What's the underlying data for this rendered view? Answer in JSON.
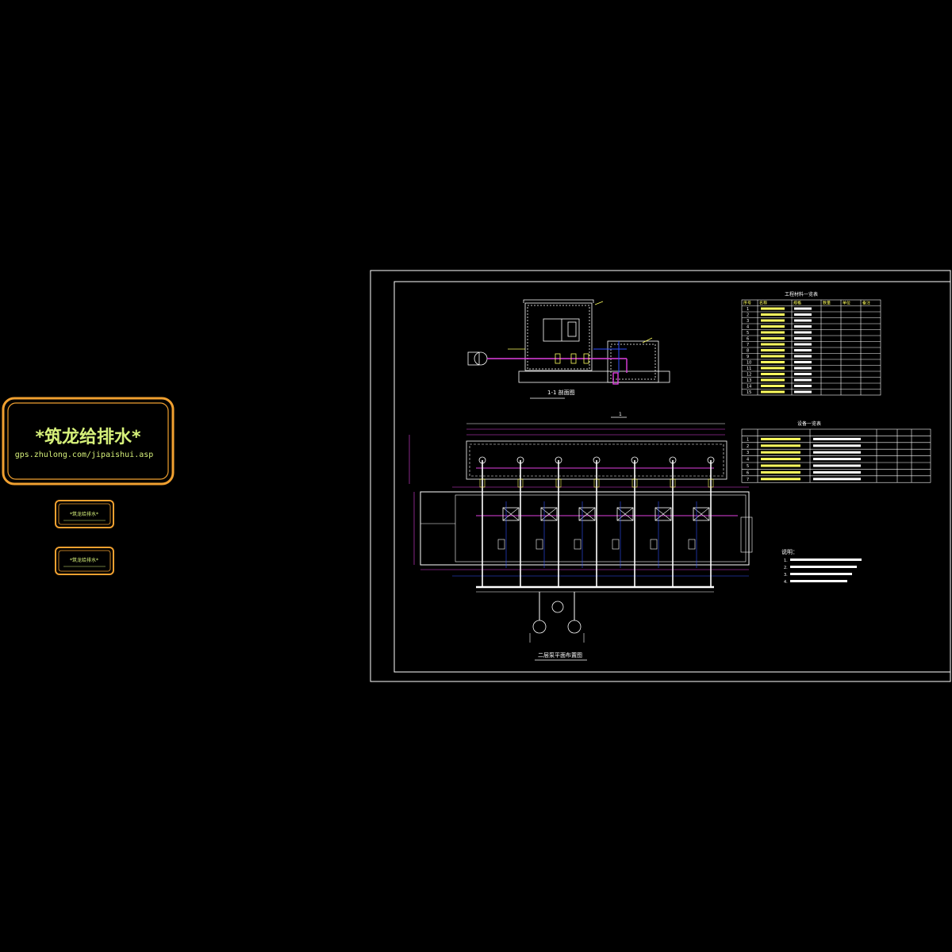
{
  "stamp": {
    "title": "*筑龙给排水*",
    "url": "gps.zhulong.com/jipaishui.asp",
    "small_label_1": "*筑龙给排水*",
    "small_label_2": "*筑龙给排水*"
  },
  "drawing": {
    "section_title": "1-1 剖面图",
    "plan_title": "二层泵平面布置图",
    "notes_heading": "说明：",
    "notes": [
      "1.",
      "2.",
      "3.",
      "4."
    ],
    "section_mark": "1",
    "equip_table_title": "工程材料一览表",
    "equip_table_header": [
      "序号",
      "名称",
      "规格",
      "数量",
      "单位",
      "备注"
    ],
    "equip_table_rows": [
      "1",
      "2",
      "3",
      "4",
      "5",
      "6",
      "7",
      "8",
      "9",
      "10",
      "11",
      "12",
      "13",
      "14",
      "15"
    ],
    "small_table_title": "设备一览表",
    "small_table_rows": [
      "1",
      "2",
      "3",
      "4",
      "5",
      "6",
      "7"
    ]
  },
  "colors": {
    "background": "#000000",
    "frame": "#ffffff",
    "pipe": "#e040e0",
    "accent_yellow": "#ffff60",
    "stamp_border": "#f0a030",
    "stamp_text": "#d6f07a",
    "blue": "#3050ff",
    "cyan": "#40e0e0"
  }
}
